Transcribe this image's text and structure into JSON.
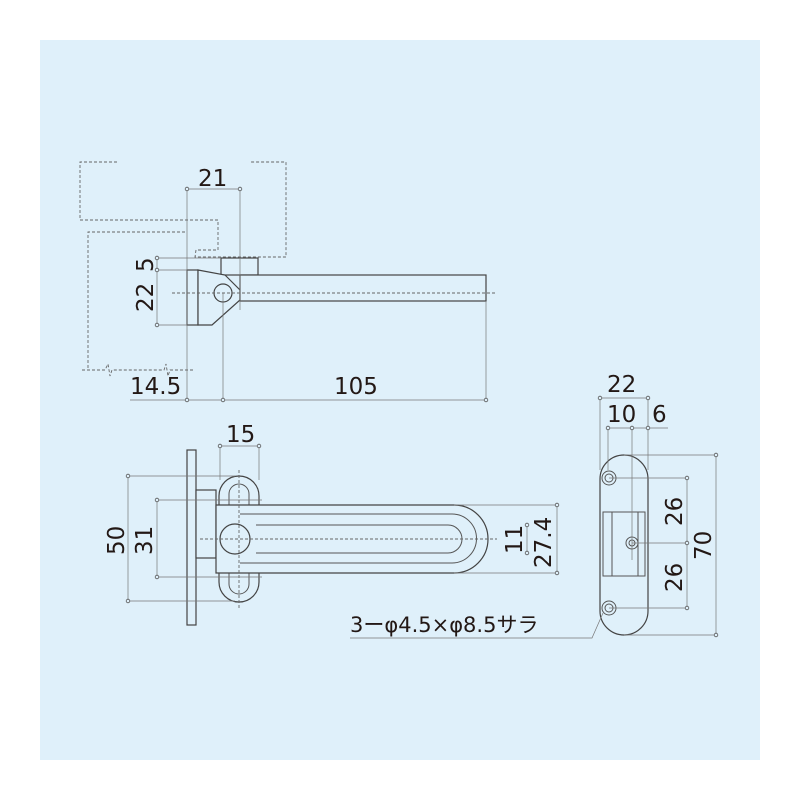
{
  "top_view": {
    "dim_width": "21",
    "dim_gap": "5",
    "dim_height": "22",
    "dim_offset": "14.5",
    "dim_length": "105"
  },
  "front_view": {
    "dim_slot_width": "15",
    "dim_overall": "50",
    "dim_slot_span": "31",
    "dim_inner": "11",
    "dim_arm": "27.4"
  },
  "plate_view": {
    "dim_width": "22",
    "dim_left": "10",
    "dim_right": "6",
    "dim_upper": "26",
    "dim_lower": "26",
    "dim_length": "70",
    "hole_note": "3ーφ4.5×φ8.5サラ"
  },
  "colors": {
    "background": "#dff0fa",
    "line": "#555555"
  }
}
